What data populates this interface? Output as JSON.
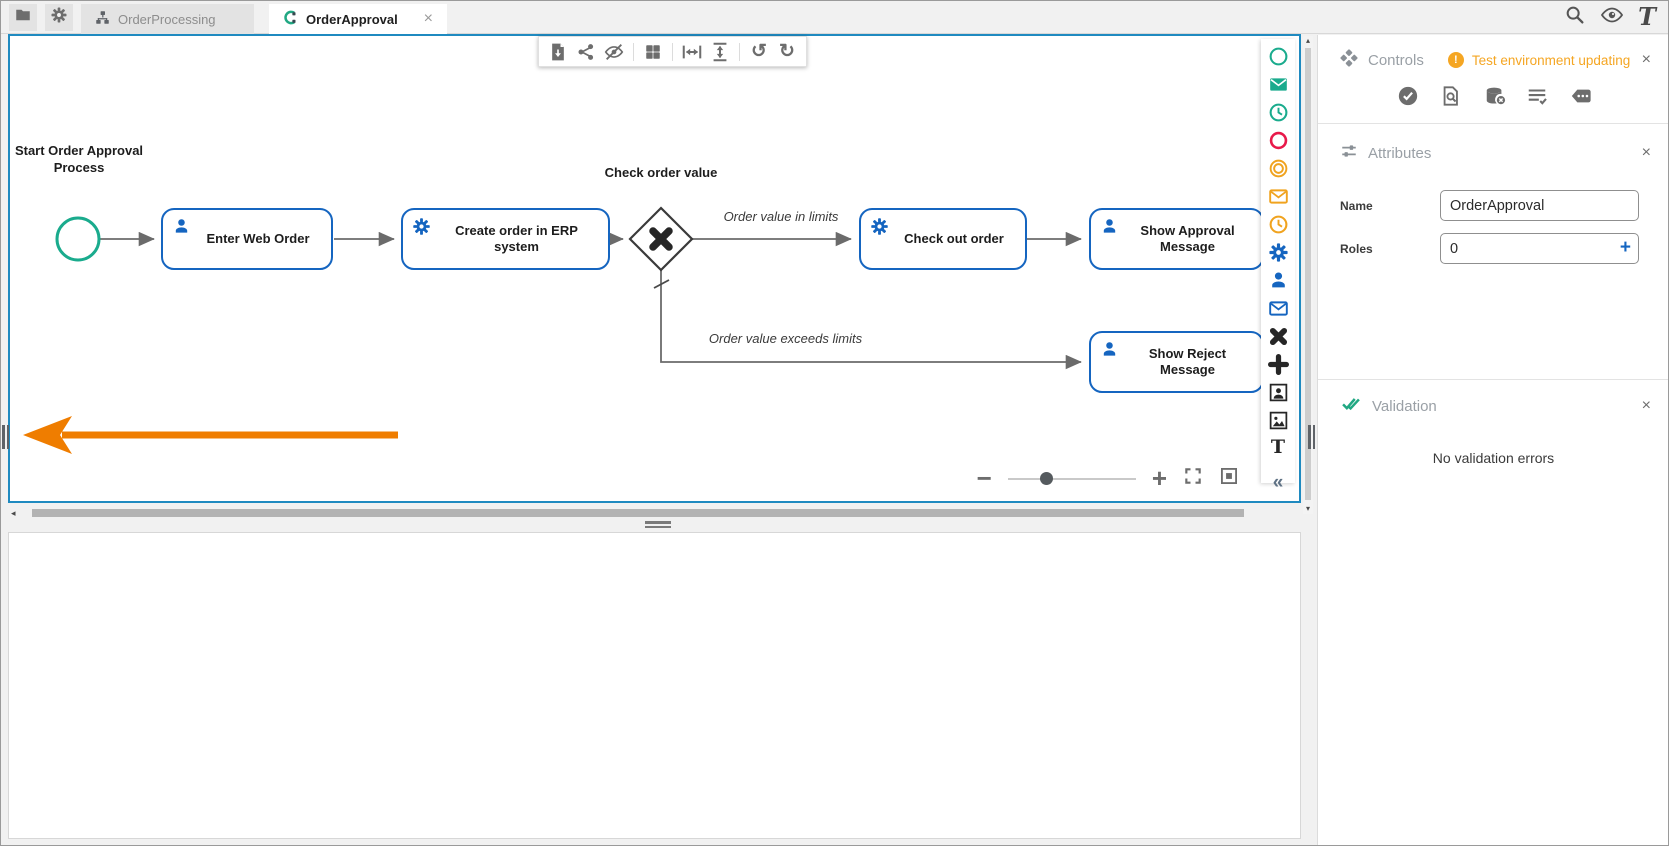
{
  "topbar": {
    "tabs": [
      {
        "label": "OrderProcessing"
      },
      {
        "label": "OrderApproval"
      }
    ],
    "logo_text": "T"
  },
  "glyphs": {
    "close": "×",
    "undo": "↺",
    "redo": "↻",
    "collapse": "«",
    "minus": "−",
    "plus": "+",
    "text_tool": "T",
    "warning": "!",
    "scroll_up": "▴",
    "scroll_down": "▾",
    "scroll_left": "◂"
  },
  "diagram": {
    "start_label": "Start Order Approval Process",
    "gateway_label": "Check order value",
    "tasks": [
      {
        "label": "Enter Web Order",
        "icon": "user"
      },
      {
        "label": "Create order in ERP system",
        "icon": "gear"
      },
      {
        "label": "Check out order",
        "icon": "gear"
      },
      {
        "label": "Show Approval Message",
        "icon": "user"
      },
      {
        "label": "Show Reject Message",
        "icon": "user"
      }
    ],
    "edge_labels": [
      {
        "label": "Order value in limits"
      },
      {
        "label": "Order value exceeds limits"
      }
    ]
  },
  "palette": {
    "items": [
      "start-event",
      "message-start-event",
      "timer-start-event",
      "end-event",
      "intermediate-event",
      "message-intermediate-event",
      "timer-intermediate-event",
      "service-task",
      "user-task",
      "send-task",
      "exclusive-gateway",
      "parallel-gateway",
      "actor",
      "image",
      "text-annotation",
      "collapse"
    ]
  },
  "panels": {
    "controls": {
      "title": "Controls",
      "warning_text": "Test environment updating",
      "icons": [
        "verify",
        "document-search",
        "database-remove",
        "checklist",
        "comment"
      ]
    },
    "attributes": {
      "title": "Attributes",
      "name_label": "Name",
      "name_value": "OrderApproval",
      "roles_label": "Roles",
      "roles_value": "0"
    },
    "validation": {
      "title": "Validation",
      "message": "No validation errors"
    }
  },
  "colors": {
    "canvas_border": "#1f8ac0",
    "task_blue": "#1565c0",
    "event_green": "#1aab8d",
    "event_red": "#e8194a",
    "event_amber": "#f0a31f",
    "edge_gray": "#6b6b6b",
    "highlight_orange": "#ef7d00",
    "warning_orange": "#f5a623",
    "validation_green": "#21a883"
  }
}
